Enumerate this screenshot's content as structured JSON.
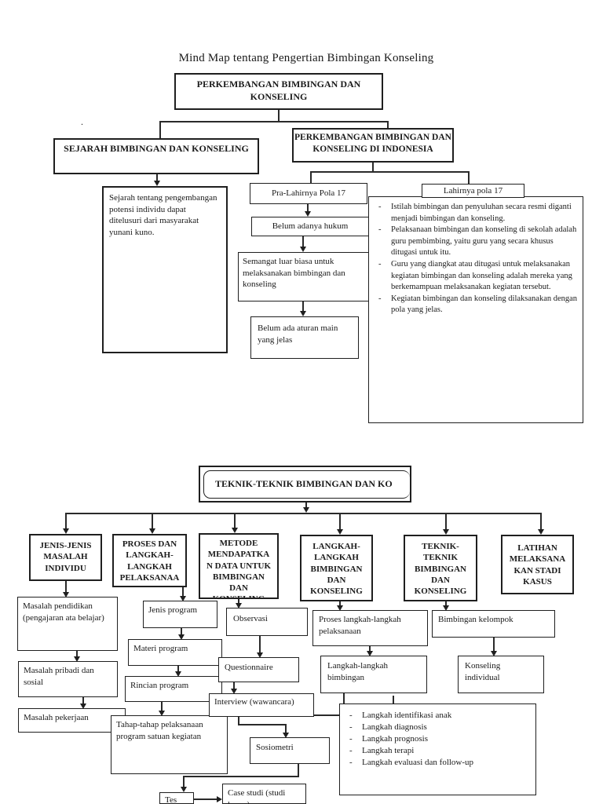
{
  "title": "Mind Map tentang Pengertian Bimbingan Konseling",
  "stray_mark": ".",
  "top": {
    "root": "PERKEMBANGAN BIMBINGAN DAN\nKONSELING",
    "sejarah": {
      "header": "SEJARAH BIMBINGAN DAN KONSELING",
      "note": "Sejarah tentang pengembangan potensi individu dapat ditelusuri dari masyarakat yunani kuno."
    },
    "indonesia": {
      "header": "PERKEMBANGAN BIMBINGAN DAN\nKONSELING  DI INDONESIA",
      "pra": {
        "title": "Pra-Lahirnya Pola 17",
        "step1": "Belum adanya hukum",
        "step2": "Semangat luar biasa untuk melaksanakan bimbingan dan konseling",
        "step3": "Belum ada aturan main yang jelas"
      },
      "lahir": {
        "title": "Lahirnya pola 17",
        "bullets": [
          "Istilah bimbingan dan penyuluhan secara resmi diganti menjadi bimbingan dan konseling.",
          "Pelaksanaan bimbingan dan konseling di sekolah adalah guru pembimbing, yaitu guru yang secara khusus ditugasi untuk itu.",
          "Guru yang diangkat atau ditugasi untuk melaksanakan kegiatan bimbingan dan konseling adalah mereka yang berkemampuan melaksanakan kegiatan tersebut.",
          "Kegiatan bimbingan dan konseling dilaksanakan dengan pola yang jelas."
        ]
      }
    }
  },
  "bottom": {
    "root": "TEKNIK-TEKNIK BIMBINGAN DAN KO",
    "branches": {
      "jenis": "JENIS-JENIS\nMASALAH\nINDIVIDU",
      "proses": "PROSES DAN\nLANGKAH-\nLANGKAH\nPELAKSANAA\nN STUDI",
      "metode": "METODE\nMENDAPATKA\nN DATA UNTUK\nBIMBINGAN\nDAN\nKONSELING",
      "langkah": "LANGKAH-\nLANGKAH\nBIMBINGAN\nDAN\nKONSELING",
      "teknik": "TEKNIK-\nTEKNIK\nBIMBINGAN\nDAN\nKONSELING",
      "latihan": "LATIHAN\nMELAKSANA\nKAN STADI\nKASUS"
    },
    "masalah": [
      "Masalah pendidikan (pengajaran ata belajar)",
      "Masalah pribadi dan sosial",
      "Masalah pekerjaan"
    ],
    "program": [
      "Jenis program",
      "Materi program",
      "Rincian program",
      "Tahap-tahap pelaksanaan program satuan kegiatan"
    ],
    "metode_items": [
      "Observasi",
      "Questionnaire",
      "Interview (wawancara)",
      "Sosiometri",
      "Tes",
      "Case studi (studi kasus)"
    ],
    "langkah_chain": [
      "Proses langkah-langkah pelaksanaan",
      "Langkah-langkah bimbingan"
    ],
    "teknik_chain": [
      "Bimbingan kelompok",
      "Konseling individual"
    ],
    "langkah_steps": [
      "Langkah identifikasi anak",
      "Langkah diagnosis",
      "Langkah prognosis",
      "Langkah terapi",
      "Langkah evaluasi dan follow-up"
    ]
  }
}
